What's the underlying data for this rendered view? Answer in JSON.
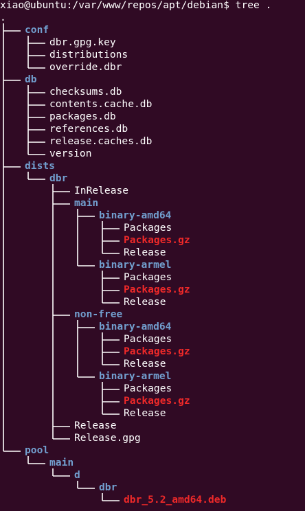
{
  "terminal": {
    "prompt": "xiao@ubuntu:/var/www/repos/apt/debian$",
    "command": "tree ."
  },
  "tree": [
    {
      "text": ".",
      "type": "file",
      "depth": 0
    },
    {
      "text": "conf",
      "type": "dir",
      "depth": 1
    },
    {
      "text": "dbr.gpg.key",
      "type": "file",
      "depth": 2
    },
    {
      "text": "distributions",
      "type": "file",
      "depth": 2
    },
    {
      "text": "override.dbr",
      "type": "file",
      "depth": 2
    },
    {
      "text": "db",
      "type": "dir",
      "depth": 1
    },
    {
      "text": "checksums.db",
      "type": "file",
      "depth": 2
    },
    {
      "text": "contents.cache.db",
      "type": "file",
      "depth": 2
    },
    {
      "text": "packages.db",
      "type": "file",
      "depth": 2
    },
    {
      "text": "references.db",
      "type": "file",
      "depth": 2
    },
    {
      "text": "release.caches.db",
      "type": "file",
      "depth": 2
    },
    {
      "text": "version",
      "type": "file",
      "depth": 2
    },
    {
      "text": "dists",
      "type": "dir",
      "depth": 1
    },
    {
      "text": "dbr",
      "type": "dir",
      "depth": 2
    },
    {
      "text": "InRelease",
      "type": "file",
      "depth": 3
    },
    {
      "text": "main",
      "type": "dir",
      "depth": 3
    },
    {
      "text": "binary-amd64",
      "type": "dir",
      "depth": 4
    },
    {
      "text": "Packages",
      "type": "file",
      "depth": 5
    },
    {
      "text": "Packages.gz",
      "type": "archive",
      "depth": 5
    },
    {
      "text": "Release",
      "type": "file",
      "depth": 5
    },
    {
      "text": "binary-armel",
      "type": "dir",
      "depth": 4
    },
    {
      "text": "Packages",
      "type": "file",
      "depth": 5
    },
    {
      "text": "Packages.gz",
      "type": "archive",
      "depth": 5
    },
    {
      "text": "Release",
      "type": "file",
      "depth": 5
    },
    {
      "text": "non-free",
      "type": "dir",
      "depth": 3
    },
    {
      "text": "binary-amd64",
      "type": "dir",
      "depth": 4
    },
    {
      "text": "Packages",
      "type": "file",
      "depth": 5
    },
    {
      "text": "Packages.gz",
      "type": "archive",
      "depth": 5
    },
    {
      "text": "Release",
      "type": "file",
      "depth": 5
    },
    {
      "text": "binary-armel",
      "type": "dir",
      "depth": 4
    },
    {
      "text": "Packages",
      "type": "file",
      "depth": 5
    },
    {
      "text": "Packages.gz",
      "type": "archive",
      "depth": 5
    },
    {
      "text": "Release",
      "type": "file",
      "depth": 5
    },
    {
      "text": "Release",
      "type": "file",
      "depth": 3
    },
    {
      "text": "Release.gpg",
      "type": "file",
      "depth": 3
    },
    {
      "text": "pool",
      "type": "dir",
      "depth": 1
    },
    {
      "text": "main",
      "type": "dir",
      "depth": 2
    },
    {
      "text": "d",
      "type": "dir",
      "depth": 3
    },
    {
      "text": "dbr",
      "type": "dir",
      "depth": 4
    },
    {
      "text": "dbr_5.2_amd64.deb",
      "type": "archive",
      "depth": 5
    }
  ],
  "colors": {
    "background": "#300a24",
    "directory": "#729fcf",
    "archive": "#ef2929",
    "text": "#ffffff"
  }
}
